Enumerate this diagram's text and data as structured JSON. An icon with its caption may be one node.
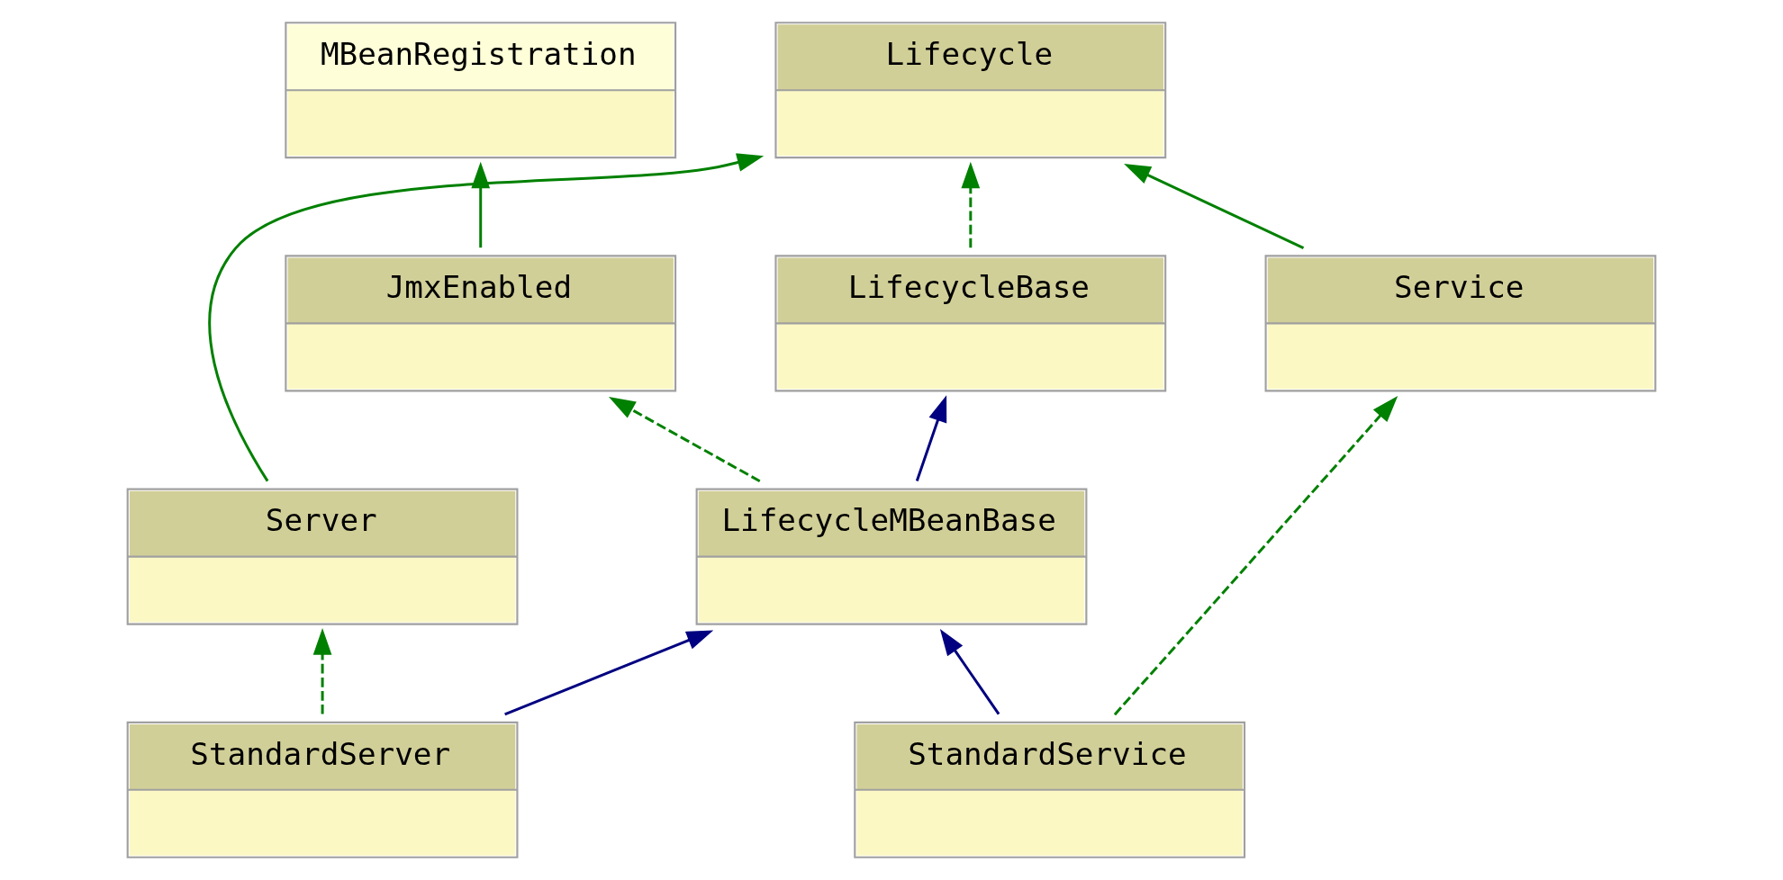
{
  "diagram": {
    "nodes": [
      {
        "text": [
          "MBeanRegistration"
        ]
      },
      {
        "text": [
          "Lifecycle"
        ]
      },
      {
        "text": [
          "JmxEnabled"
        ]
      },
      {
        "text": [
          "LifecycleBase"
        ]
      },
      {
        "text": [
          "Service"
        ]
      },
      {
        "text": [
          "Server"
        ]
      },
      {
        "text": [
          "LifecycleMBeanBase"
        ]
      },
      {
        "text": [
          "StandardService"
        ]
      },
      {
        "text": [
          "StandardServer"
        ]
      }
    ],
    "edges": [
      {
        "from": 2,
        "to": 0,
        "arrow": "to"
      },
      {
        "from": 3,
        "to": 1,
        "arrow": "to",
        "style": "dashed"
      },
      {
        "from": 4,
        "to": 1,
        "arrow": "to"
      },
      {
        "from": 5,
        "to": 1,
        "arrow": "to"
      },
      {
        "from": 6,
        "to": 2,
        "arrow": "to",
        "style": "dashed"
      },
      {
        "from": 6,
        "to": 3,
        "arrow": "to",
        "color": "#000080"
      },
      {
        "from": 7,
        "to": 6,
        "arrow": "to",
        "color": "#000080"
      },
      {
        "from": 7,
        "to": 4,
        "arrow": "to",
        "style": "dashed"
      },
      {
        "from": 8,
        "to": 6,
        "arrow": "to",
        "color": "#000080"
      },
      {
        "from": 8,
        "to": 5,
        "arrow": "to",
        "style": "dashed"
      }
    ]
  }
}
